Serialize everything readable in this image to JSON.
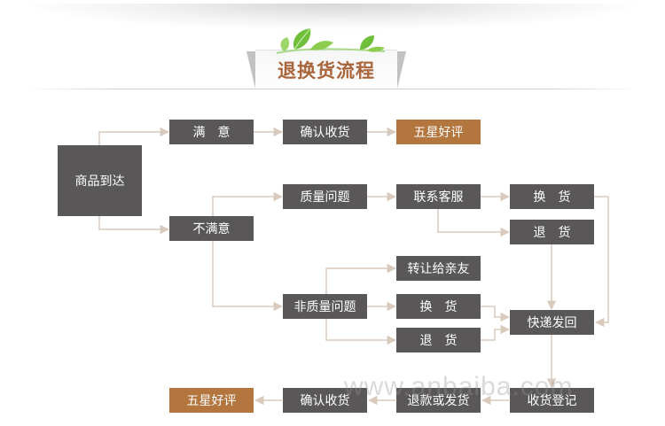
{
  "title": "退换货流程",
  "watermark": "www.anbaiba.com",
  "colors": {
    "node": "#5a5759",
    "accent": "#b4763f",
    "line": "#d8cbbd",
    "title": "#a9643a"
  },
  "nodes": {
    "arrival": "商品到达",
    "satisfied": "满　意",
    "confirm_top": "确认收货",
    "five_star_top": "五星好评",
    "unsatisfied": "不满意",
    "quality_issue": "质量问题",
    "contact_service": "联系客服",
    "exchange_a": "换　货",
    "return_a": "退　货",
    "non_quality_issue": "非质量问题",
    "transfer": "转让给亲友",
    "exchange_b": "换　货",
    "return_b": "退　货",
    "express_back": "快递发回",
    "receipt_register": "收货登记",
    "refund_or_ship": "退款或发货",
    "confirm_bottom": "确认收货",
    "five_star_bottom": "五星好评"
  }
}
